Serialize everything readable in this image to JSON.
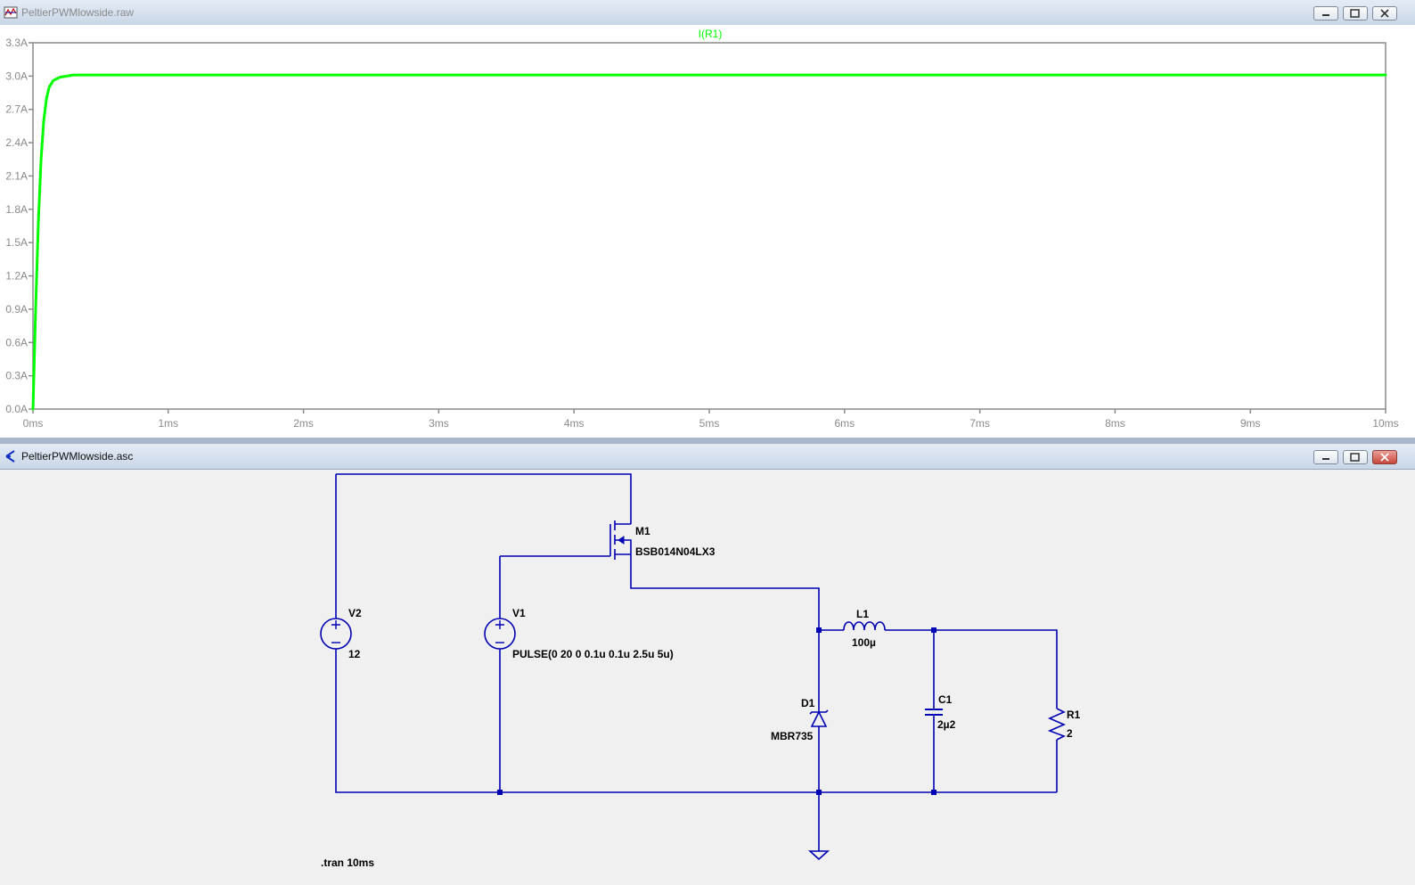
{
  "plot_window": {
    "title": "PeltierPWMlowside.raw",
    "trace_name": "I(R1)",
    "trace_color": "#00ff00"
  },
  "schematic_window": {
    "title": "PeltierPWMlowside.asc",
    "wire_color": "#0000b4",
    "components": {
      "v2": {
        "ref": "V2",
        "value": "12"
      },
      "v1": {
        "ref": "V1",
        "value": "PULSE(0 20 0 0.1u 0.1u 2.5u 5u)"
      },
      "m1": {
        "ref": "M1",
        "value": "BSB014N04LX3"
      },
      "l1": {
        "ref": "L1",
        "value": "100µ"
      },
      "d1": {
        "ref": "D1",
        "value": "MBR735"
      },
      "c1": {
        "ref": "C1",
        "value": "2µ2"
      },
      "r1": {
        "ref": "R1",
        "value": "2"
      }
    },
    "directive": ".tran 10ms"
  },
  "chart_data": {
    "type": "line",
    "title": "I(R1)",
    "xlabel": "",
    "ylabel": "",
    "xlim": [
      0,
      10
    ],
    "ylim": [
      0,
      3.3
    ],
    "x_ticks": [
      "0ms",
      "1ms",
      "2ms",
      "3ms",
      "4ms",
      "5ms",
      "6ms",
      "7ms",
      "8ms",
      "9ms",
      "10ms"
    ],
    "y_ticks": [
      "0.0A",
      "0.3A",
      "0.6A",
      "0.9A",
      "1.2A",
      "1.5A",
      "1.8A",
      "2.1A",
      "2.4A",
      "2.7A",
      "3.0A",
      "3.3A"
    ],
    "grid": false,
    "series": [
      {
        "name": "I(R1)",
        "x": [
          0,
          0.02,
          0.04,
          0.06,
          0.08,
          0.1,
          0.12,
          0.15,
          0.2,
          0.25,
          0.3,
          0.4,
          0.5,
          1,
          2,
          4,
          6,
          8,
          10
        ],
        "y": [
          0,
          0.9,
          1.7,
          2.25,
          2.6,
          2.8,
          2.9,
          2.96,
          2.99,
          3.0,
          3.01,
          3.01,
          3.01,
          3.01,
          3.01,
          3.01,
          3.01,
          3.01,
          3.01
        ]
      }
    ]
  }
}
